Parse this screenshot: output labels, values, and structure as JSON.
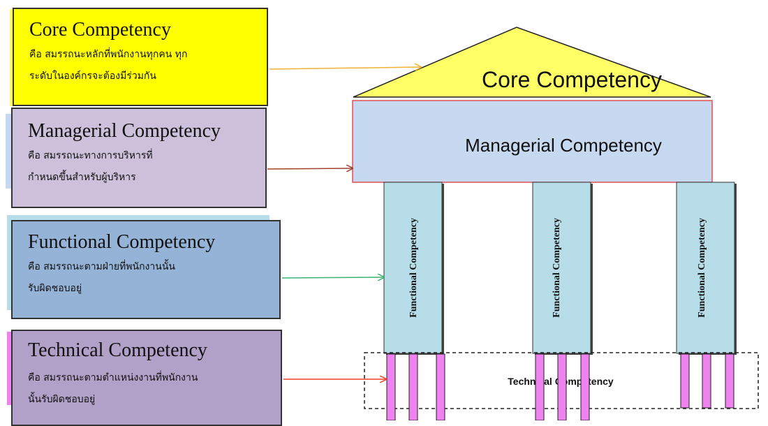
{
  "left_boxes": [
    {
      "key": "core",
      "title": "Core Competency",
      "desc": [
        "คือ สมรรถนะหลักที่พนักงานทุกคน ทุก",
        "ระดับในองค์กรจะต้องมีร่วมกัน"
      ]
    },
    {
      "key": "managerial",
      "title": "Managerial Competency",
      "desc": [
        "คือ สมรรถนะทางการบริหารที่",
        "กำหนดขึ้นสำหรับผู้บริหาร"
      ]
    },
    {
      "key": "functional",
      "title": "Functional Competency",
      "desc": [
        "คือ สมรรถนะตามฝ่ายที่พนักงานนั้น",
        "รับผิดชอบอยู่"
      ]
    },
    {
      "key": "technical",
      "title": "Technical Competency",
      "desc": [
        "คือ สมรรถนะตามตำแหน่งงานที่พนักงาน",
        "นั้นรับผิดชอบอยู่"
      ]
    }
  ],
  "temple": {
    "roof_label": "Core Competency",
    "beam_label": "Managerial Competency",
    "pillar_labels": [
      "Functional Competency",
      "Functional Competency",
      "Functional Competency"
    ],
    "base_label": "Technical Competency"
  },
  "colors": {
    "core": "#ffff00",
    "managerial": "#ccc0da",
    "functional": "#95b3d7",
    "technical": "#b1a0c7",
    "roof": "#ffff66",
    "beam": "#c6d9f1",
    "pillar": "#b7dee8",
    "peg": "#ee82ee",
    "arrow_core": "#f2b134",
    "arrow_managerial": "#a04030",
    "arrow_functional": "#3cb371",
    "arrow_technical": "#ee4422"
  }
}
